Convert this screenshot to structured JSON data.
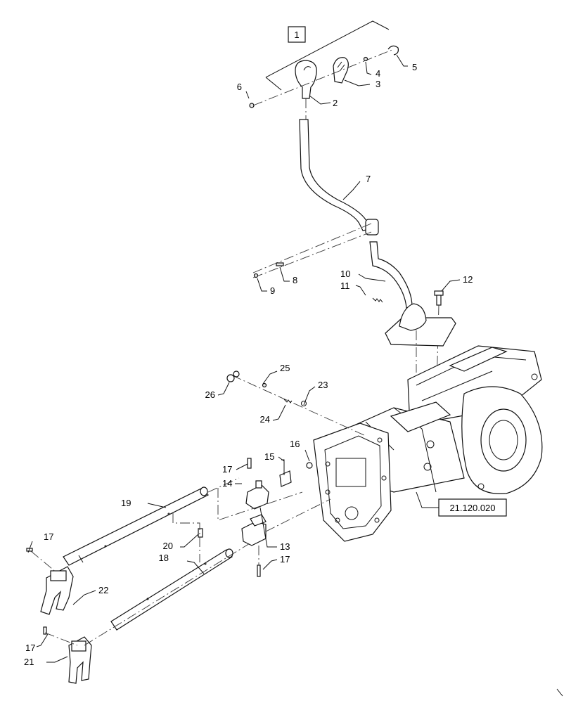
{
  "diagram": {
    "type": "exploded-parts-diagram",
    "reference_label": "21.120.020",
    "group_label": "1",
    "callouts": {
      "c2": "2",
      "c3": "3",
      "c4": "4",
      "c5": "5",
      "c6": "6",
      "c7": "7",
      "c8": "8",
      "c9": "9",
      "c10": "10",
      "c11": "11",
      "c12": "12",
      "c13": "13",
      "c14": "14",
      "c15": "15",
      "c16": "16",
      "c17a": "17",
      "c17b": "17",
      "c17c": "17",
      "c17d": "17",
      "c18": "18",
      "c19": "19",
      "c20": "20",
      "c21": "21",
      "c22": "22",
      "c23": "23",
      "c24": "24",
      "c25": "25",
      "c26": "26"
    }
  }
}
